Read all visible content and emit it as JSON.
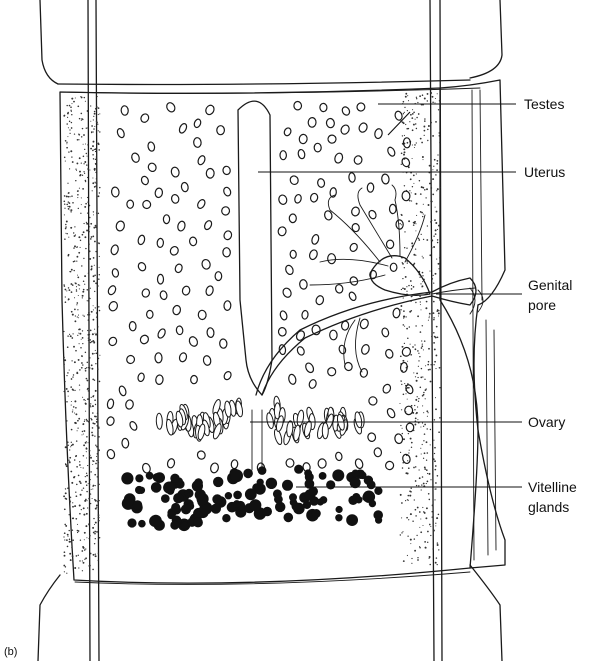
{
  "labels": {
    "testes": "Testes",
    "uterus": "Uterus",
    "genital_pore_line1": "Genital",
    "genital_pore_line2": "pore",
    "ovary": "Ovary",
    "vitelline_line1": "Vitelline",
    "vitelline_line2": "glands"
  },
  "panel_label": "(b)",
  "colors": {
    "ink": "#1a1a1a",
    "background": "#ffffff"
  }
}
